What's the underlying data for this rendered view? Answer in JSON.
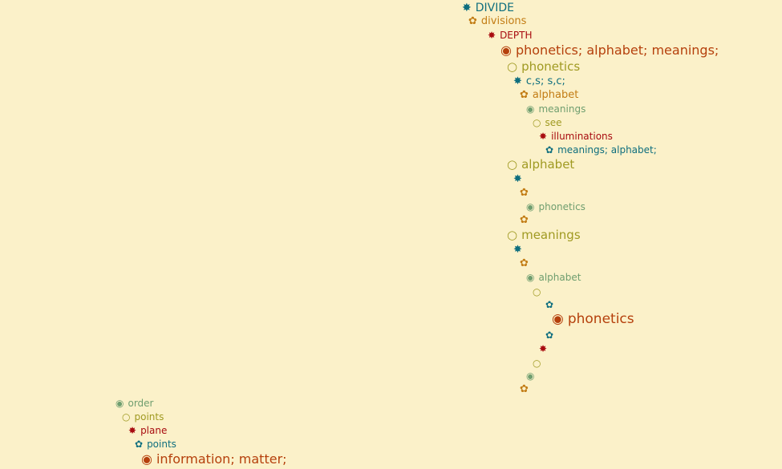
{
  "glyphs": {
    "star": "✸",
    "flower": "✿",
    "fisheye": "◉",
    "circle": "○"
  },
  "colors": {
    "background": "#fbf1c9",
    "teal": "#0e6e7e",
    "orange": "#c27c14",
    "red": "#a80c10",
    "rust": "#b5400c",
    "olive": "#a09a22",
    "sage": "#6f9e6f"
  },
  "tree": [
    {
      "icon": "star",
      "label": "DIVIDE"
    },
    {
      "icon": "flower",
      "label": "divisions"
    },
    {
      "icon": "star",
      "label": "DEPTH"
    },
    {
      "icon": "fisheye",
      "label": "phonetics; alphabet; meanings;"
    },
    {
      "icon": "circle",
      "label": "phonetics"
    },
    {
      "icon": "star",
      "label": "c,s; s,c;"
    },
    {
      "icon": "flower",
      "label": "alphabet"
    },
    {
      "icon": "fisheye",
      "label": "meanings"
    },
    {
      "icon": "circle",
      "label": "see"
    },
    {
      "icon": "star",
      "label": "illuminations"
    },
    {
      "icon": "flower",
      "label": "meanings; alphabet;"
    },
    {
      "icon": "circle",
      "label": "alphabet"
    },
    {
      "icon": "star",
      "label": ""
    },
    {
      "icon": "flower",
      "label": ""
    },
    {
      "icon": "fisheye",
      "label": "phonetics"
    },
    {
      "icon": "flower",
      "label": ""
    },
    {
      "icon": "circle",
      "label": "meanings"
    },
    {
      "icon": "star",
      "label": ""
    },
    {
      "icon": "flower",
      "label": ""
    },
    {
      "icon": "fisheye",
      "label": "alphabet"
    },
    {
      "icon": "circle",
      "label": ""
    },
    {
      "icon": "flower",
      "label": ""
    },
    {
      "icon": "fisheye",
      "label": "phonetics"
    },
    {
      "icon": "flower",
      "label": ""
    },
    {
      "icon": "star",
      "label": ""
    },
    {
      "icon": "circle",
      "label": ""
    },
    {
      "icon": "fisheye",
      "label": ""
    },
    {
      "icon": "flower",
      "label": ""
    },
    {
      "icon": "fisheye",
      "label": "order"
    },
    {
      "icon": "circle",
      "label": "points"
    },
    {
      "icon": "star",
      "label": "plane"
    },
    {
      "icon": "flower",
      "label": "points"
    },
    {
      "icon": "fisheye",
      "label": "information; matter;"
    }
  ]
}
